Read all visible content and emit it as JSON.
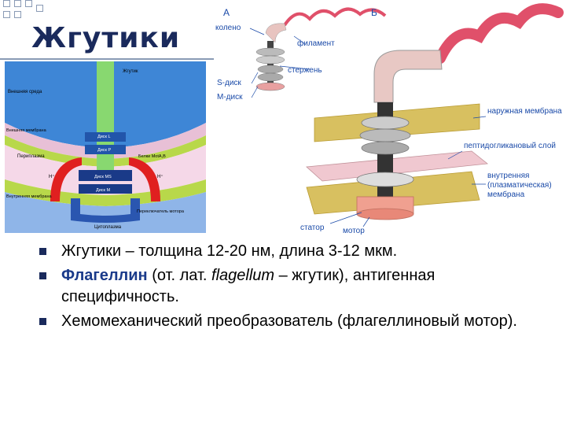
{
  "slide": {
    "title": "Жгутики"
  },
  "left_diagram": {
    "labels": {
      "flagellum": "Жгутик",
      "outer_env": "Внешняя среда",
      "outer_membrane": "Внешняя мембрана",
      "disk_l": "Диск L",
      "disk_p": "Диск P",
      "periplasm": "Периплазма",
      "proteins_motab": "Белки MotA,B",
      "disk_ms": "Диск MS",
      "disk_m": "Диск M",
      "h_plus_left": "H⁺",
      "h_plus_right": "H⁺",
      "inner_membrane": "Внутренняя мембрана",
      "motor_switch": "Переключатель мотора",
      "cytoplasm": "Цитоплазма"
    }
  },
  "right_diagram": {
    "labels": {
      "panel_a": "А",
      "panel_b": "Б",
      "hook": "колено",
      "filament": "филамент",
      "rod": "стержень",
      "s_disk": "S-диск",
      "m_disk": "М-диск",
      "outer_membrane": "наружная мембрана",
      "peptidoglycan": "пептидогликановый слой",
      "inner_membrane": "внутренняя (плазматическая) мембрана",
      "stator": "статор",
      "motor": "мотор"
    }
  },
  "bullets": [
    {
      "text": "Жгутики – толщина 12-20 нм, длина 3-12 мкм."
    },
    {
      "term": "Флагеллин",
      "pre": " (от. лат. ",
      "latin": "flagellum",
      "post": " – жгутик), антигенная специфичность."
    },
    {
      "text": "Хемомеханический преобразователь (флагеллиновый мотор)."
    }
  ]
}
